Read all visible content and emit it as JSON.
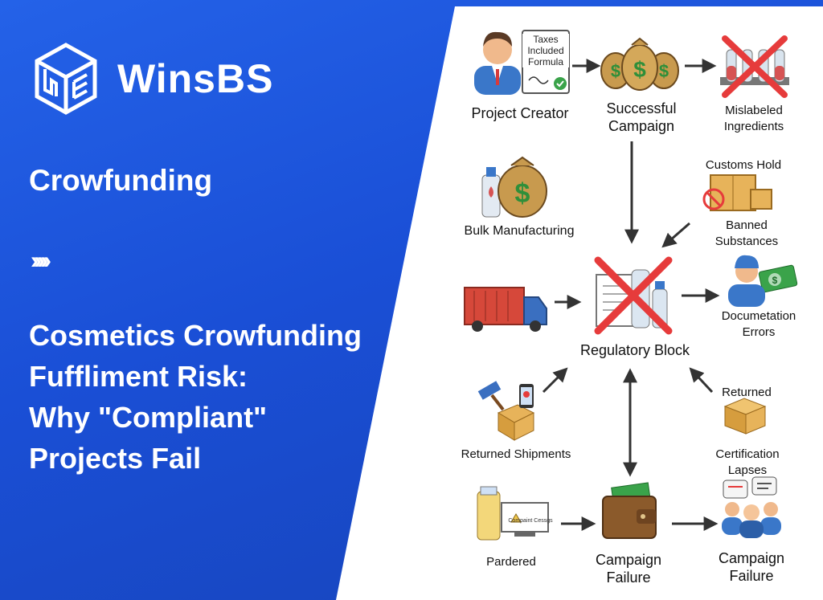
{
  "brand": {
    "name": "WinsBS"
  },
  "left": {
    "section": "Crowfunding",
    "headline": "Cosmetics Crowfunding\nFuffliment Risk:\nWhy \"Compliant\"\nProjects Fail"
  },
  "diagram": {
    "doc_text": "Taxes\nIncluded\nFormula",
    "screen_text": "Compaint Cessgs",
    "labels": {
      "project_creator": "Project Creator",
      "successful_campaign": "Successful\nCampaign",
      "mislabeled": "Mislabeled Ingredients",
      "customs_hold": "Customs Hold",
      "banned": "Banned Substances",
      "bulk": "Bulk Manufacturing",
      "regulatory": "Regulatory Block",
      "documentation": "Documetation\nErrors",
      "returned_shipments": "Returned Shipments",
      "returned": "Returned",
      "cert_lapses": "Certification Lapses",
      "pardered": "Pardered",
      "campaign_failure_1": "Campaign\nFailure",
      "campaign_failure_2": "Campaign\nFailure"
    }
  },
  "colors": {
    "accent_blue": "#1a4fd6",
    "cross_red": "#e63b3b",
    "arrow": "#333333",
    "money_gold": "#c89a4e",
    "money_green": "#2f8f3a"
  }
}
